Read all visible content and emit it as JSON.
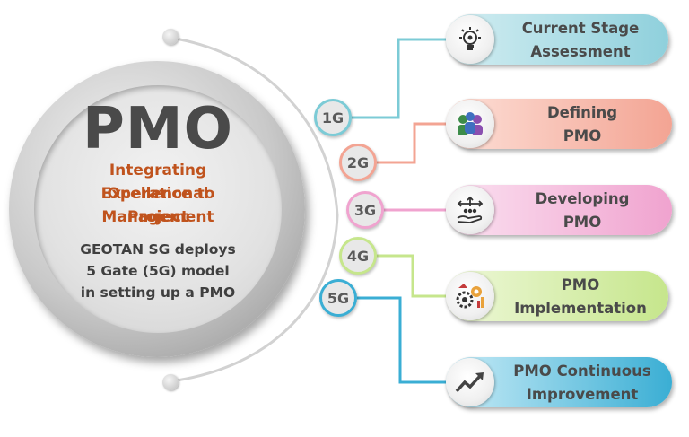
{
  "center": {
    "title": "PMO",
    "tagline": [
      "Integrating Operational",
      "Excellence to Project",
      "Management"
    ],
    "description": [
      "GEOTAN SG deploys",
      "5 Gate (5G) model",
      "in setting up a PMO"
    ]
  },
  "gates": [
    {
      "label": "1G",
      "stage": [
        "Current Stage",
        "Assessment"
      ],
      "icon": "lightbulb-icon",
      "color": "#7ccbd6"
    },
    {
      "label": "2G",
      "stage": [
        "Defining",
        "PMO"
      ],
      "icon": "team-icon",
      "color": "#f3a493"
    },
    {
      "label": "3G",
      "stage": [
        "Developing",
        "PMO"
      ],
      "icon": "hand-arrows-icon",
      "color": "#f0a3cf"
    },
    {
      "label": "4G",
      "stage": [
        "PMO",
        "Implementation"
      ],
      "icon": "gears-chart-icon",
      "color": "#c6e68c"
    },
    {
      "label": "5G",
      "stage": [
        "PMO Continuous",
        "Improvement"
      ],
      "icon": "trend-up-icon",
      "color": "#3aaed4"
    }
  ],
  "colors": {
    "tagline": "#c0531d",
    "text": "#4a4a4a"
  }
}
